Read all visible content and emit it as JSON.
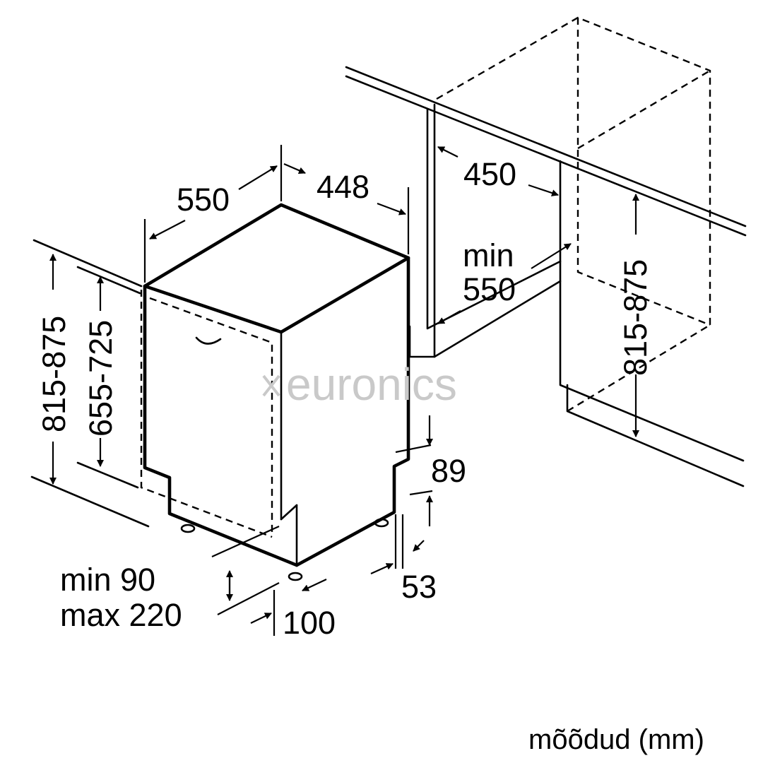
{
  "watermark": "euronics",
  "unit_note": "mõõdud (mm)",
  "dimensions": {
    "depth": "550",
    "width": "448",
    "niche_width": "450",
    "niche_depth_min": "min",
    "niche_depth_value": "550",
    "height_total": "815-875",
    "height_door": "655-725",
    "niche_height": "815-875",
    "plinth_offset": "89",
    "foot_height": "53",
    "plinth_min": "min 90",
    "plinth_max": "max 220",
    "toe_kick": "100"
  },
  "colors": {
    "line": "#000000",
    "watermark": "#c9c9c9"
  }
}
